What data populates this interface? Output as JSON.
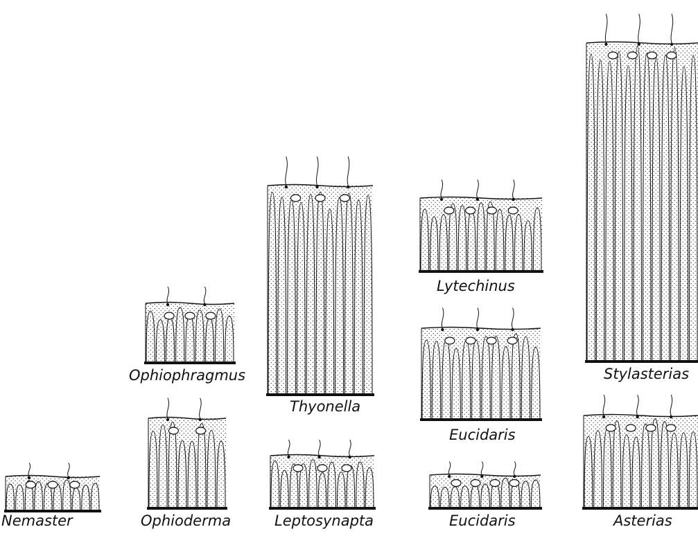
{
  "figure": {
    "panels": [
      {
        "id": "nemaster",
        "label": "Nemaster"
      },
      {
        "id": "ophiophragmus",
        "label": "Ophiophragmus"
      },
      {
        "id": "ophioderma",
        "label": "Ophioderma"
      },
      {
        "id": "thyonella",
        "label": "Thyonella"
      },
      {
        "id": "leptosynapta",
        "label": "Leptosynapta"
      },
      {
        "id": "lytechinus",
        "label": "Lytechinus"
      },
      {
        "id": "eucidaris-upper",
        "label": "Eucidaris"
      },
      {
        "id": "eucidaris-lower",
        "label": "Eucidaris"
      },
      {
        "id": "stylasterias",
        "label": "Stylasterias"
      },
      {
        "id": "asterias",
        "label": "Asterias"
      }
    ]
  },
  "colors": {
    "ink": "#111111",
    "background": "#ffffff"
  }
}
